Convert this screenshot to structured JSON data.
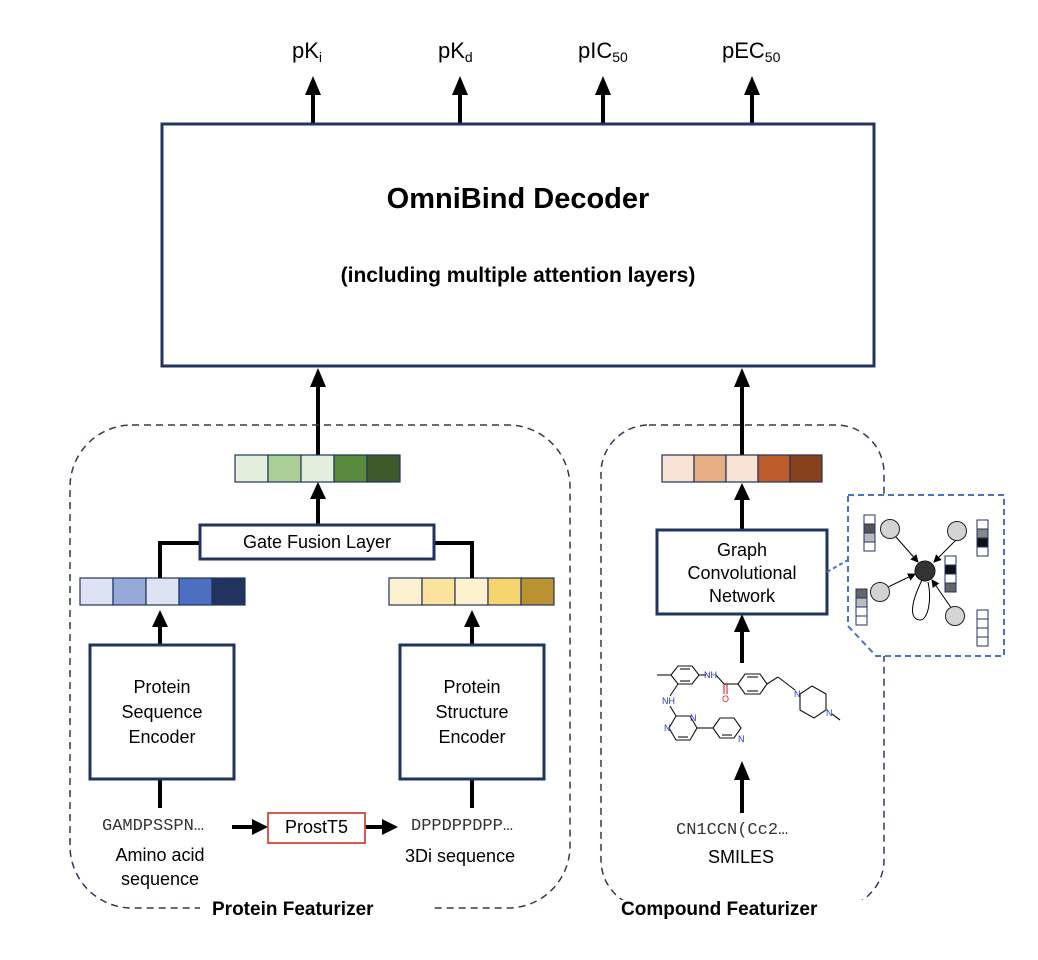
{
  "outputs": {
    "pki": {
      "base": "pK",
      "sub": "i"
    },
    "pkd": {
      "base": "pK",
      "sub": "d"
    },
    "pic50": {
      "base": "pIC",
      "sub": "50"
    },
    "pec50": {
      "base": "pEC",
      "sub": "50"
    }
  },
  "decoder": {
    "title": "OmniBind Decoder",
    "subtitle": "(including multiple attention layers)"
  },
  "protein_featurizer": {
    "label": "Protein Featurizer",
    "gate_fusion": "Gate Fusion Layer",
    "seq_encoder": [
      "Protein",
      "Sequence",
      "Encoder"
    ],
    "struct_encoder": [
      "Protein",
      "Structure",
      "Encoder"
    ],
    "aa_example": "GAMDPSSPN…",
    "aa_caption": [
      "Amino acid",
      "sequence"
    ],
    "prostt5": "ProstT5",
    "threedi_example": "DPPDPPDPP…",
    "threedi_caption": "3Di sequence",
    "fused_colors": [
      "#e3efdc",
      "#aacf94",
      "#e3efdc",
      "#5a8a3c",
      "#3c5a2a"
    ],
    "seq_colors": [
      "#dde3f2",
      "#96a9d8",
      "#dde3f2",
      "#4c6fc2",
      "#22345e"
    ],
    "struct_colors": [
      "#fdf1cf",
      "#fbe39e",
      "#fdf1cf",
      "#f6d66c",
      "#bb9230"
    ]
  },
  "compound_featurizer": {
    "label": "Compound Featurizer",
    "gcn": [
      "Graph",
      "Convolutional",
      "Network"
    ],
    "smiles_example": "CN1CCN(Cc2…",
    "smiles_caption": "SMILES",
    "feature_colors": [
      "#f7e2d3",
      "#e6ae84",
      "#f7e2d3",
      "#bd5d2b",
      "#86401c"
    ],
    "molecule_atoms": {
      "nitrogen": "N",
      "oxygen": "O",
      "amide_nh": "NH",
      "amine_nh": "NH"
    }
  },
  "colors": {
    "box_border": "#22345e",
    "dashed_border": "#2f3b55",
    "prostt5_border": "#d04a3a",
    "inset_border": "#4a72c4",
    "nitrogen": "#2a36c8",
    "oxygen": "#e02020"
  }
}
